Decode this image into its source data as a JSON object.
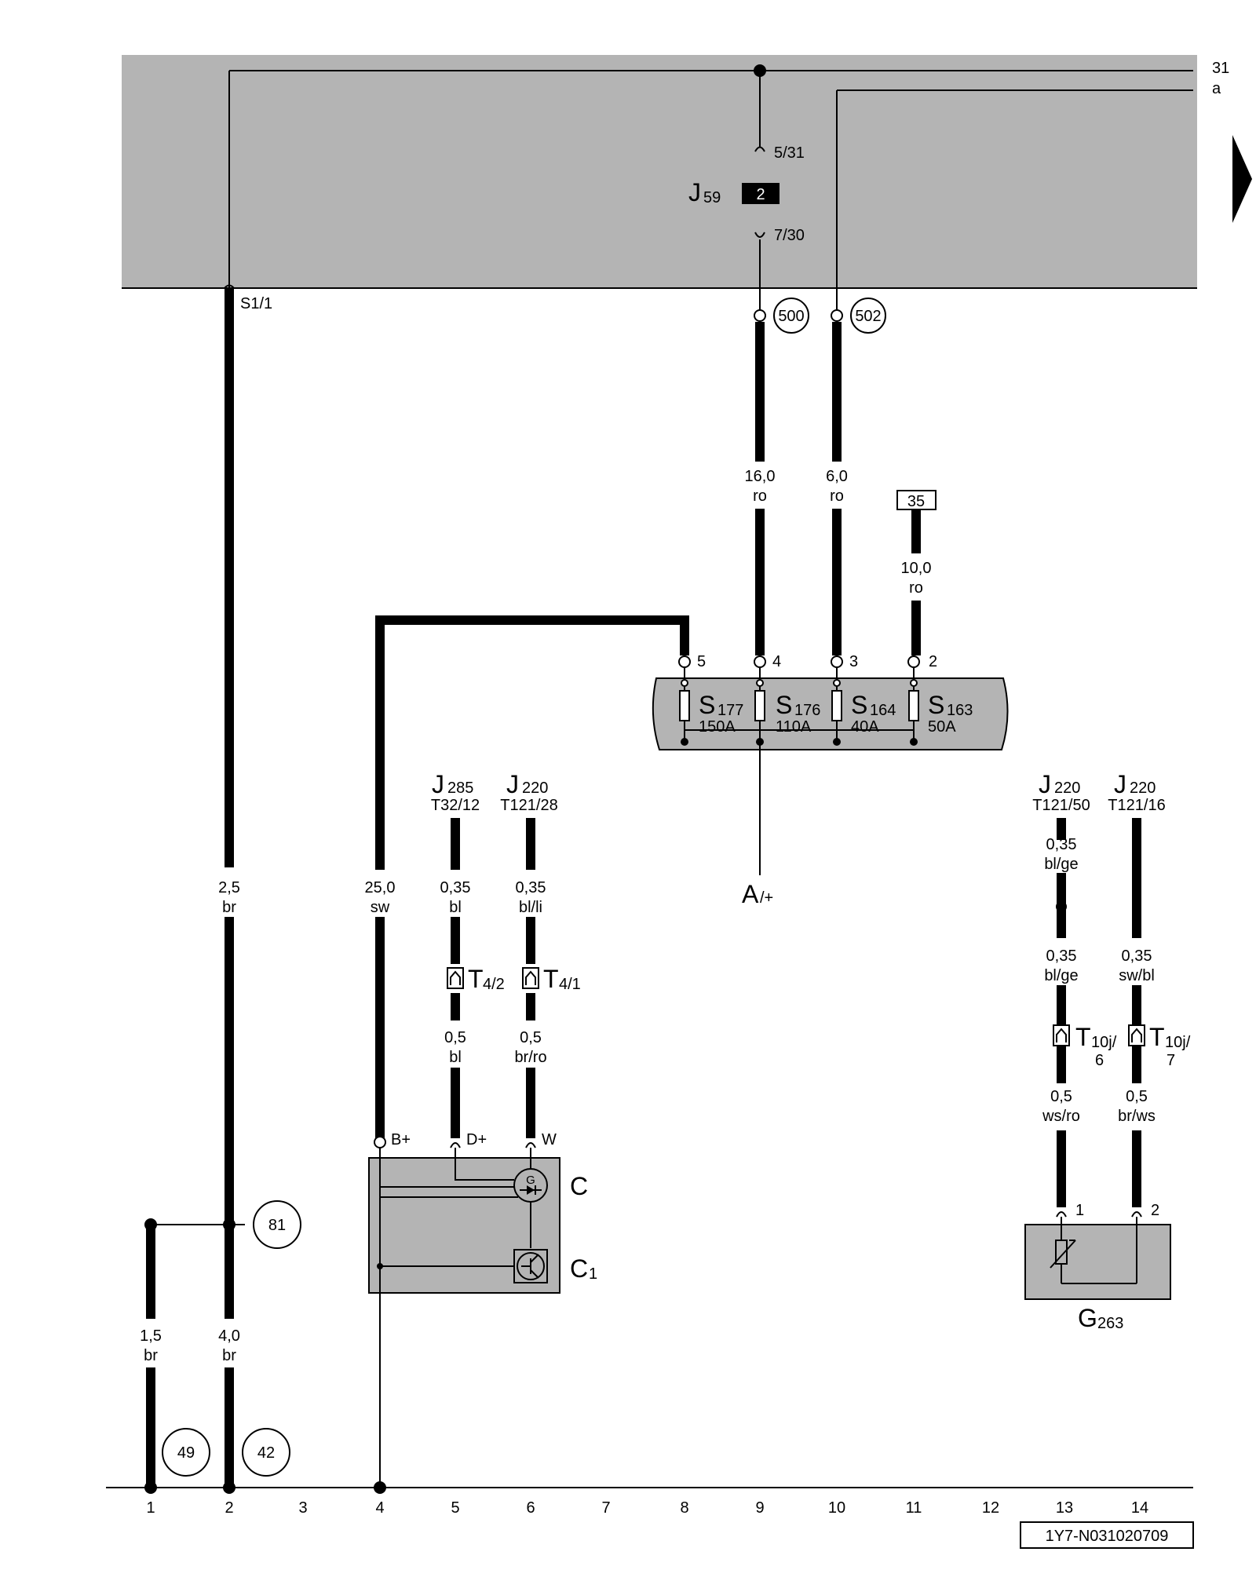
{
  "top_terminals": {
    "t31": "31",
    "ta": "a"
  },
  "relay": {
    "name": "J",
    "sub": "59",
    "badge": "2",
    "pin_top": "5/31",
    "pin_bottom": "7/30",
    "s_label": "S1/1"
  },
  "connectors": {
    "c500": "500",
    "c502": "502",
    "c35": "35",
    "c81": "81",
    "c49": "49",
    "c42": "42"
  },
  "wires": {
    "w9": [
      "16,0",
      "ro"
    ],
    "w10": [
      "6,0",
      "ro"
    ],
    "w11": [
      "10,0",
      "ro"
    ],
    "w2a": [
      "2,5",
      "br"
    ],
    "w4": [
      "25,0",
      "sw"
    ],
    "w5a": [
      "0,35",
      "bl"
    ],
    "w6a": [
      "0,35",
      "bl/li"
    ],
    "w5b": [
      "0,5",
      "bl"
    ],
    "w6b": [
      "0,5",
      "br/ro"
    ],
    "w13a": [
      "0,35",
      "bl/ge"
    ],
    "w13b": [
      "0,35",
      "bl/ge"
    ],
    "w14a": [
      "0,35",
      "sw/bl"
    ],
    "w13c": [
      "0,5",
      "ws/ro"
    ],
    "w14c": [
      "0,5",
      "br/ws"
    ],
    "w1": [
      "1,5",
      "br"
    ],
    "w2b": [
      "4,0",
      "br"
    ]
  },
  "fuses": {
    "pins": [
      "5",
      "4",
      "3",
      "2"
    ],
    "items": [
      {
        "name": "S",
        "sub": "177",
        "rating": "150A"
      },
      {
        "name": "S",
        "sub": "176",
        "rating": "110A"
      },
      {
        "name": "S",
        "sub": "164",
        "rating": "40A"
      },
      {
        "name": "S",
        "sub": "163",
        "rating": "50A"
      }
    ],
    "output_name": "A",
    "output_sub": "/+"
  },
  "control_units": [
    {
      "name": "J",
      "sub": "285",
      "pin": "T32/12"
    },
    {
      "name": "J",
      "sub": "220",
      "pin": "T121/28"
    },
    {
      "name": "J",
      "sub": "220",
      "pin": "T121/50"
    },
    {
      "name": "J",
      "sub": "220",
      "pin": "T121/16"
    }
  ],
  "connectors_t": [
    {
      "name": "T",
      "sub": "4/2"
    },
    {
      "name": "T",
      "sub": "4/1"
    },
    {
      "name": "T",
      "sub": "10j/",
      "sub2": "6"
    },
    {
      "name": "T",
      "sub": "10j/",
      "sub2": "7"
    }
  ],
  "alternator": {
    "pin_b": "B+",
    "pin_d": "D+",
    "pin_w": "W",
    "gen_symbol": "G",
    "name": "C",
    "reg_name": "C",
    "reg_sub": "1"
  },
  "sensor": {
    "pin1": "1",
    "pin2": "2",
    "name": "G",
    "sub": "263"
  },
  "bottom_numbers": [
    "1",
    "2",
    "3",
    "4",
    "5",
    "6",
    "7",
    "8",
    "9",
    "10",
    "11",
    "12",
    "13",
    "14"
  ],
  "doc_id": "1Y7-N031020709"
}
